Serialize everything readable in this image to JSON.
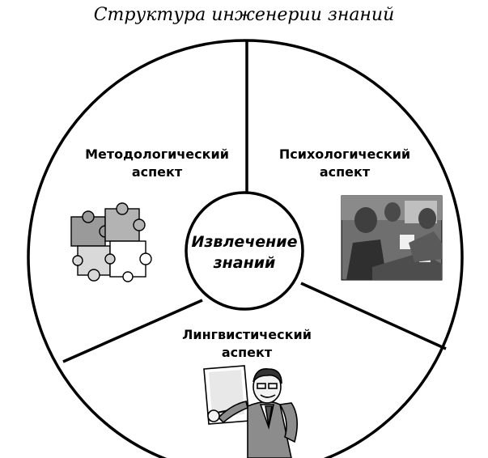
{
  "title": "Структура инженерии знаний",
  "center": {
    "line1": "Извлечение",
    "line2": "знаний"
  },
  "segments": {
    "methodological": {
      "line1": "Методологический",
      "line2": "аспект",
      "icon": "puzzle-icon"
    },
    "psychological": {
      "line1": "Психологический",
      "line2": "аспект",
      "icon": "meeting-photo-icon"
    },
    "linguistic": {
      "line1": "Лингвистический",
      "line2": "аспект",
      "icon": "presenter-icon"
    }
  },
  "colors": {
    "stroke": "#000000",
    "puzzle_dark": "#9a9a9a",
    "puzzle_light": "#d9d9d9",
    "photo": "#6f6f6f"
  }
}
